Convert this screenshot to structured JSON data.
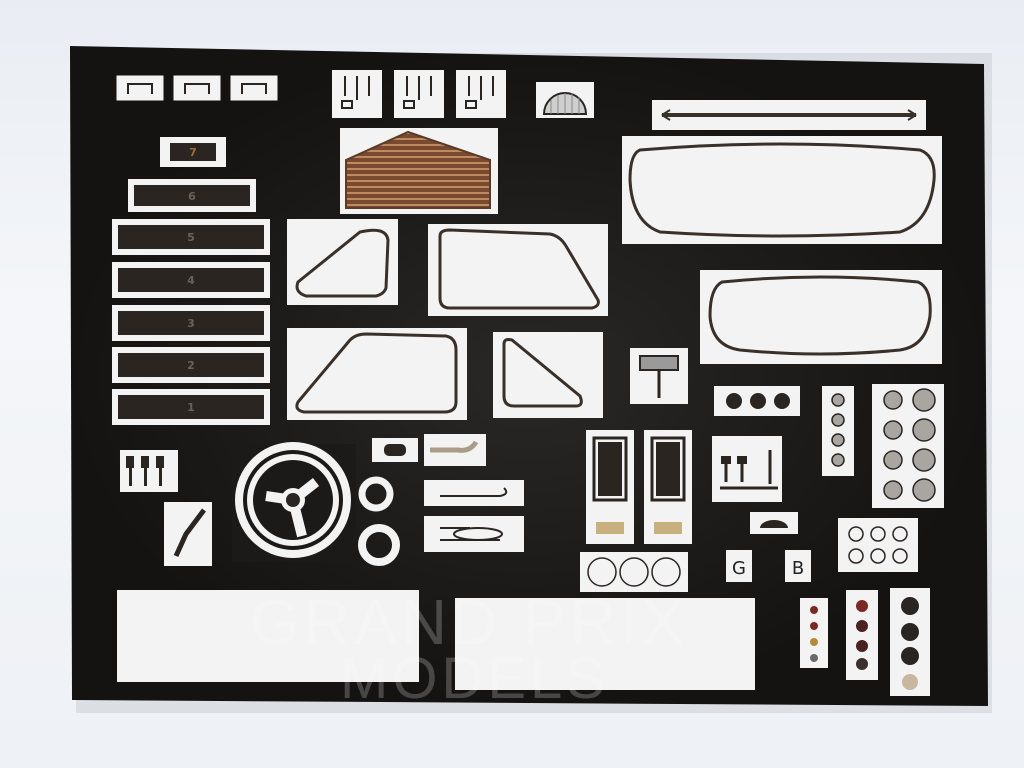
{
  "watermark": {
    "line1": "GRAND PRIX",
    "line2": "MODELS"
  },
  "number_tags": [
    "7",
    "6",
    "5",
    "4",
    "3",
    "2",
    "1"
  ],
  "letter_tags": [
    "G",
    "B"
  ],
  "colors": {
    "sheet": "#1c1a19",
    "panel": "#f3f3f3",
    "brass": "#b79a6b",
    "etch": "#3a302a"
  }
}
